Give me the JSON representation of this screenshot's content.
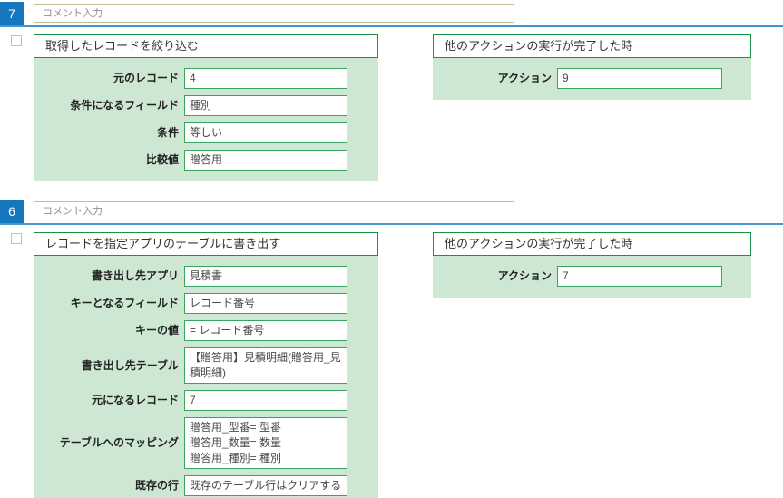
{
  "ui": {
    "comment_placeholder": "コメント入力"
  },
  "colors": {
    "badge_blue": "#1578bf",
    "divider_blue": "#4695ce",
    "panel_green_border": "#169346",
    "panel_green_bg": "#cde7d3",
    "input_green_border": "#3aa35f",
    "comment_border_tan": "#c9bc98"
  },
  "blocks": [
    {
      "number": "7",
      "title": "取得したレコードを絞り込む",
      "fields": [
        {
          "label": "元のレコード",
          "value": "4"
        },
        {
          "label": "条件になるフィールド",
          "value": "種別"
        },
        {
          "label": "条件",
          "value": "等しい"
        },
        {
          "label": "比較値",
          "value": "贈答用"
        }
      ],
      "trigger": {
        "title": "他のアクションの実行が完了した時",
        "action_label": "アクション",
        "action_value": "9"
      }
    },
    {
      "number": "6",
      "title": "レコードを指定アプリのテーブルに書き出す",
      "fields": [
        {
          "label": "書き出し先アプリ",
          "value": "見積書"
        },
        {
          "label": "キーとなるフィールド",
          "value": "レコード番号"
        },
        {
          "label": "キーの値",
          "value": "= レコード番号"
        },
        {
          "label": "書き出し先テーブル",
          "value": "【贈答用】見積明細(贈答用_見積明細)"
        },
        {
          "label": "元になるレコード",
          "value": "7"
        },
        {
          "label": "テーブルへのマッピング",
          "value": "贈答用_型番= 型番\n贈答用_数量= 数量\n贈答用_種別= 種別"
        },
        {
          "label": "既存の行",
          "value": "既存のテーブル行はクリアする"
        }
      ],
      "trigger": {
        "title": "他のアクションの実行が完了した時",
        "action_label": "アクション",
        "action_value": "7"
      }
    }
  ]
}
